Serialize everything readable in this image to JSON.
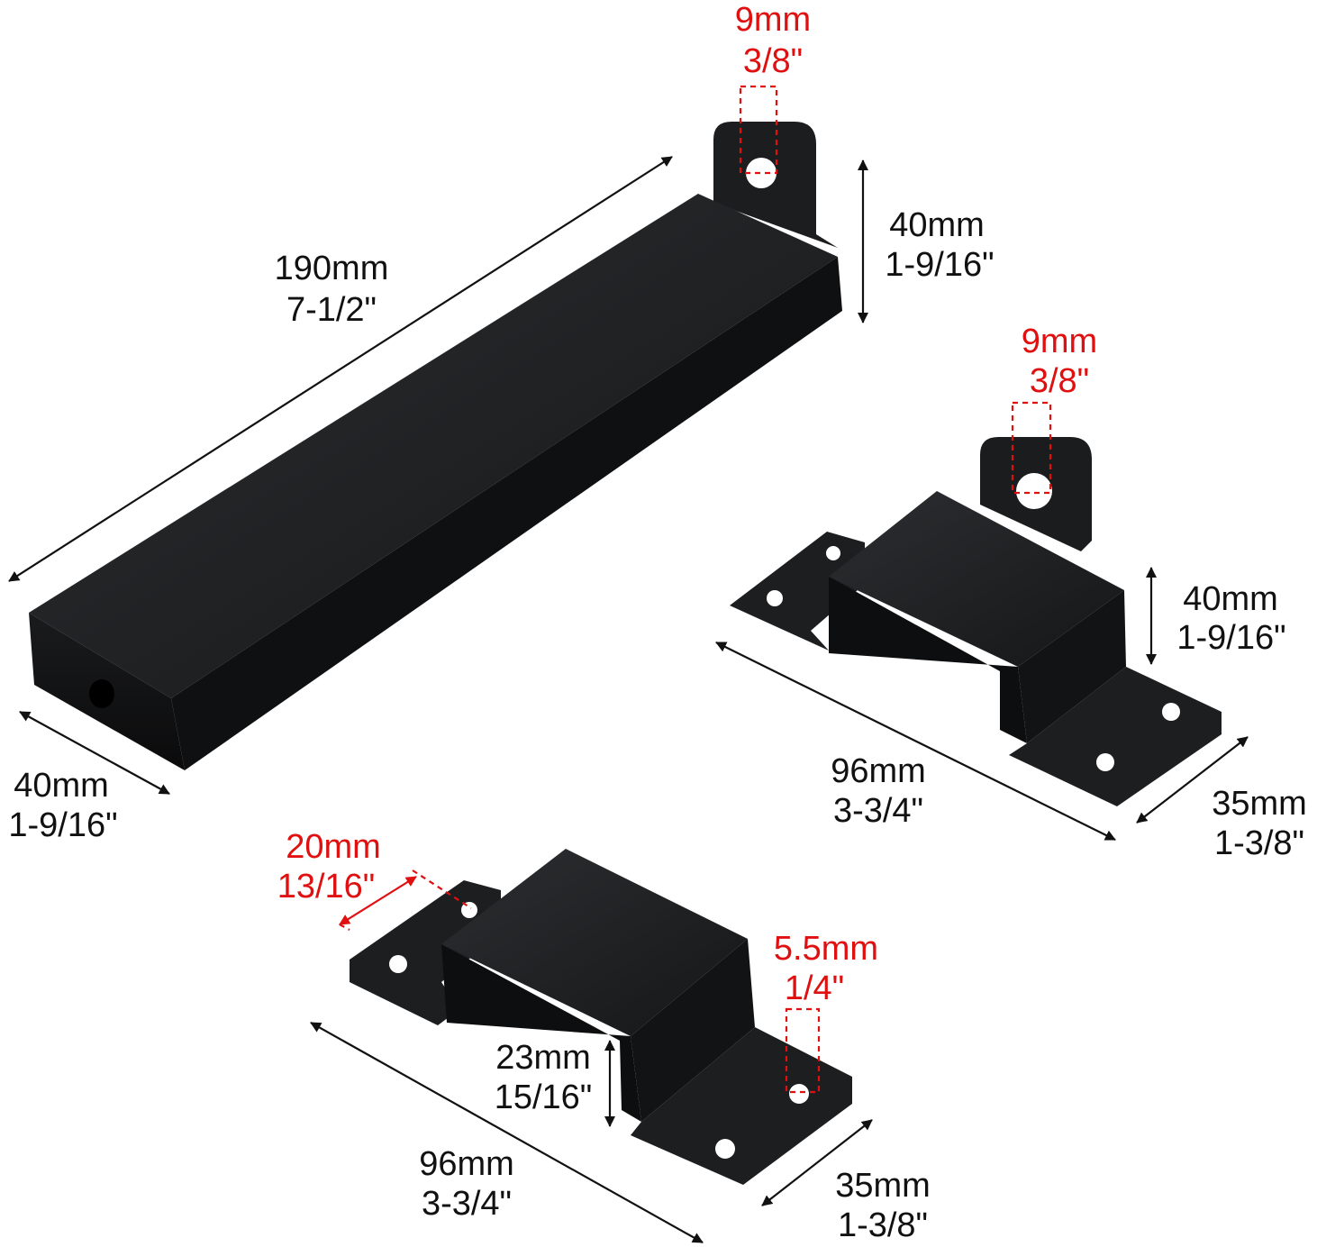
{
  "colors": {
    "metal": "#1b1c1e",
    "metal_light": "#34363a",
    "metal_dark": "#0c0c0d",
    "hole": "#ffffff",
    "dimension_black": "#111111",
    "dimension_red": "#e01010"
  },
  "bar_latch": {
    "length": {
      "metric": "190mm",
      "imperial": "7-1/2\""
    },
    "ear_height": {
      "metric": "40mm",
      "imperial": "1-9/16\""
    },
    "hole": {
      "metric": "9mm",
      "imperial": "3/8\""
    },
    "width": {
      "metric": "40mm",
      "imperial": "1-9/16\""
    }
  },
  "keeper_with_tab": {
    "hole": {
      "metric": "9mm",
      "imperial": "3/8\""
    },
    "height": {
      "metric": "40mm",
      "imperial": "1-9/16\""
    },
    "length": {
      "metric": "96mm",
      "imperial": "3-3/4\""
    },
    "width": {
      "metric": "35mm",
      "imperial": "1-3/8\""
    }
  },
  "keeper_plain": {
    "flange": {
      "metric": "20mm",
      "imperial": "13/16\""
    },
    "screw_hole": {
      "metric": "5.5mm",
      "imperial": "1/4\""
    },
    "height": {
      "metric": "23mm",
      "imperial": "15/16\""
    },
    "length": {
      "metric": "96mm",
      "imperial": "3-3/4\""
    },
    "width": {
      "metric": "35mm",
      "imperial": "1-3/8\""
    }
  }
}
